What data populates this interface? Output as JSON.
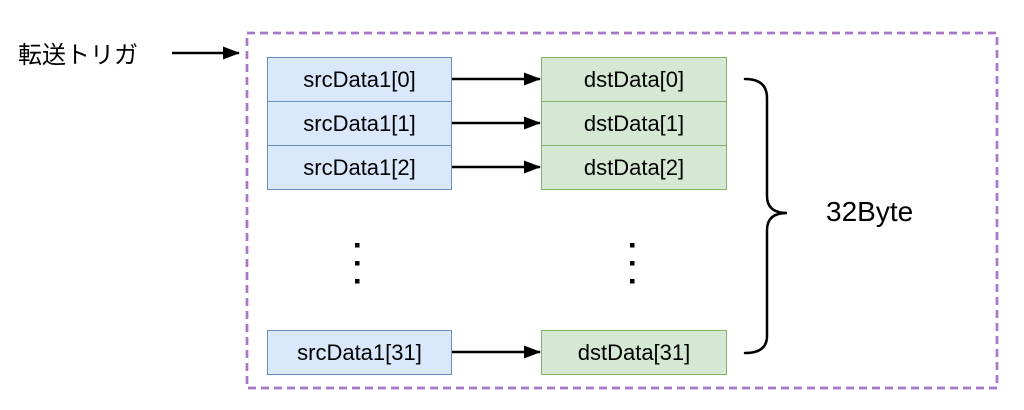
{
  "trigger": {
    "label": "転送トリガ"
  },
  "src_column": {
    "items": [
      "srcData1[0]",
      "srcData1[1]",
      "srcData1[2]",
      "srcData1[31]"
    ],
    "fill": "#dae8fc",
    "stroke": "#6c8ebf"
  },
  "dst_column": {
    "items": [
      "dstData[0]",
      "dstData[1]",
      "dstData[2]",
      "dstData[31]"
    ],
    "fill": "#d5e8d4",
    "stroke": "#82b366"
  },
  "brace": {
    "label": "32Byte"
  },
  "container": {
    "border_color": "#a878c8",
    "border_style": "dashed"
  },
  "connector_color": "#000000"
}
